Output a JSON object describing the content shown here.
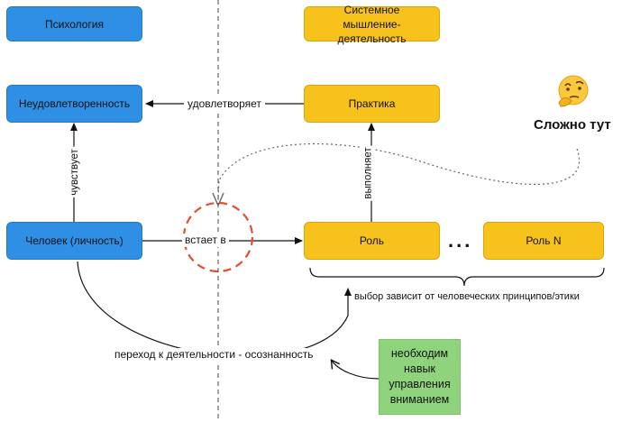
{
  "nodes": {
    "psychology": "Психология",
    "systems_thinking": "Системное мышление-деятельность",
    "dissatisfaction": "Неудовлетворенность",
    "practice": "Практика",
    "person": "Человек (личность)",
    "role": "Роль",
    "role_n": "Роль N",
    "attention_skill": "необходим навык управления вниманием"
  },
  "edges": {
    "satisfies": "удовлетворяет",
    "feels": "чувствует",
    "enters": "встает в",
    "performs": "выполняет",
    "transition": "переход к деятельности - осознанность"
  },
  "notes": {
    "hard_here": "Сложно тут",
    "choice_depends": "выбор зависит от человеческих принципов/этики",
    "ellipsis": "...",
    "thinking_icon": "thinking-face-emoji"
  },
  "colors": {
    "blue": "#2f8fe4",
    "yellow": "#f7c21b",
    "green": "#8fd37d",
    "dashed_circle": "#e84a2c"
  }
}
